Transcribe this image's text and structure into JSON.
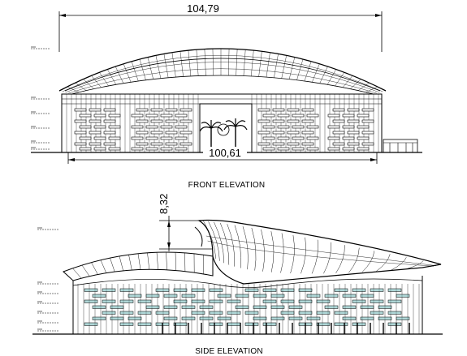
{
  "drawing": {
    "front": {
      "title": "FRONT ELEVATION",
      "overall_width": "104,79",
      "base_width": "100,61"
    },
    "side": {
      "title": "SIDE ELEVATION",
      "height_dim": "8,32"
    },
    "colors": {
      "line": "#000000",
      "glass": "#6fb8b8",
      "background": "#ffffff"
    }
  }
}
